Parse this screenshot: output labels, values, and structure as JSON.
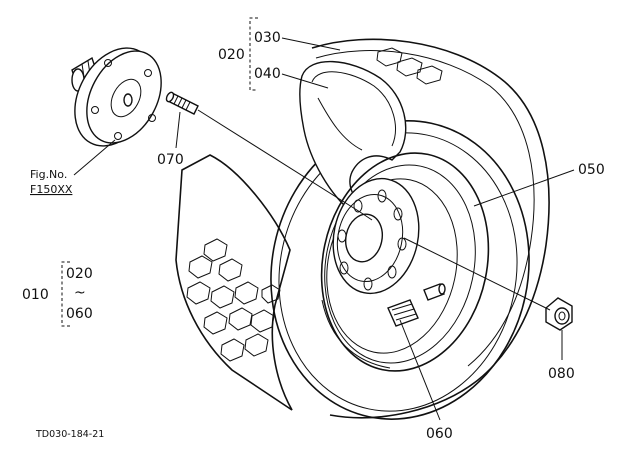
{
  "labels": {
    "group_020": "020",
    "group_010": "010",
    "part_030": "030",
    "part_040": "040",
    "part_050": "050",
    "part_060": "060",
    "part_070": "070",
    "part_080": "080",
    "range_from": "020",
    "range_tilde": "~",
    "range_to": "060",
    "fig_no_label": "Fig.No.",
    "fig_no_value": "F150XX",
    "drawing_code": "TD030-184-21"
  },
  "icons": {
    "tire": "tire-icon",
    "tube": "inner-tube-icon",
    "rim": "wheel-rim-icon",
    "hub": "wheel-hub-icon",
    "bolt": "hub-bolt-icon",
    "nut": "wheel-nut-icon",
    "valve": "valve-stem-icon"
  },
  "colors": {
    "line": "#111111",
    "background": "#ffffff"
  }
}
